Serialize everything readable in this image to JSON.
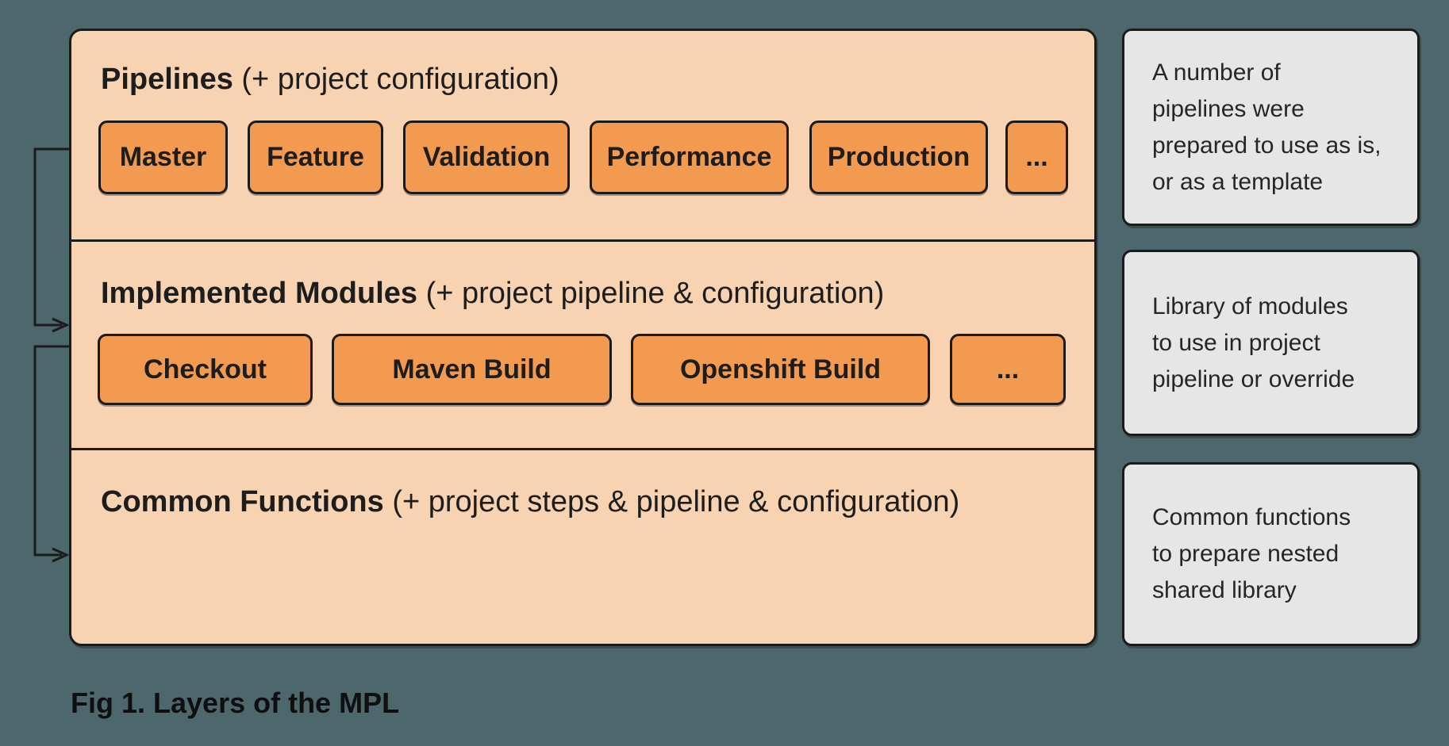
{
  "palette": {
    "background": "#4d686c",
    "panel_fill": "#f8d3b2",
    "button_fill": "#f19a50",
    "card_fill": "#e6e6e6",
    "line_and_text": "#1b1b1b"
  },
  "layers": [
    {
      "title_bold": "Pipelines",
      "title_rest": " (+ project configuration)",
      "buttons": [
        "Master",
        "Feature",
        "Validation",
        "Performance",
        "Production",
        "..."
      ]
    },
    {
      "title_bold": "Implemented Modules",
      "title_rest": " (+ project pipeline & configuration)",
      "buttons": [
        "Checkout",
        "Maven Build",
        "Openshift Build",
        "..."
      ]
    },
    {
      "title_bold": "Common Functions",
      "title_rest": " (+ project steps & pipeline & configuration)",
      "buttons": []
    }
  ],
  "annotations": [
    {
      "lines": [
        "A number of",
        "pipelines were",
        "prepared to use as is,",
        "or as a template"
      ]
    },
    {
      "lines": [
        "Library of modules",
        "to use in project",
        "pipeline or override"
      ]
    },
    {
      "lines": [
        "Common functions",
        "to prepare nested",
        "shared library"
      ]
    }
  ],
  "caption": "Fig 1. Layers of the MPL"
}
